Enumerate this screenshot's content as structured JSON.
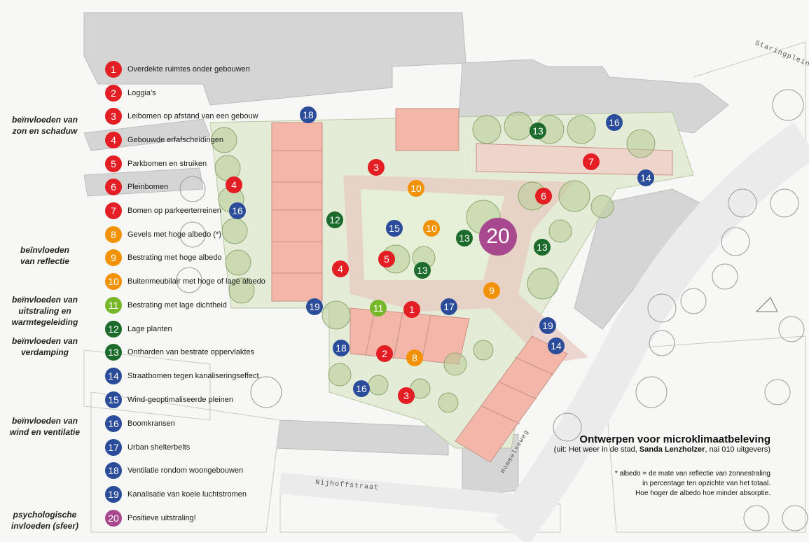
{
  "colors": {
    "red": "#e31e24",
    "orange": "#f39200",
    "lightgreen": "#76b82a",
    "darkgreen": "#1d6b2c",
    "blue": "#2b4c9b",
    "purple": "#a8488f",
    "building": "#f2b7a8",
    "green_area": "#dfe8cf"
  },
  "legend": [
    {
      "num": "1",
      "label": "Overdekte ruimtes onder gebouwen",
      "color": "red"
    },
    {
      "num": "2",
      "label": "Loggia's",
      "color": "red"
    },
    {
      "num": "3",
      "label": "Leibomen op afstand van een gebouw",
      "color": "red"
    },
    {
      "num": "4",
      "label": "Gebouwde erfafscheidingen",
      "color": "red"
    },
    {
      "num": "5",
      "label": "Parkbomen en struiken",
      "color": "red"
    },
    {
      "num": "6",
      "label": "Pleinbomen",
      "color": "red"
    },
    {
      "num": "7",
      "label": "Bomen op parkeerterreinen",
      "color": "red"
    },
    {
      "num": "8",
      "label": "Gevels met hoge albedo (*)",
      "color": "orange"
    },
    {
      "num": "9",
      "label": "Bestrating met hoge albedo",
      "color": "orange"
    },
    {
      "num": "10",
      "label": "Buitenmeubilair met hoge of lage albedo",
      "color": "orange"
    },
    {
      "num": "11",
      "label": "Bestrating met lage dichtheid",
      "color": "lightgreen"
    },
    {
      "num": "12",
      "label": "Lage planten",
      "color": "darkgreen"
    },
    {
      "num": "13",
      "label": "Ontharden van bestrate oppervlaktes",
      "color": "darkgreen"
    },
    {
      "num": "14",
      "label": "Straatbomen tegen kanaliseringseffect",
      "color": "blue"
    },
    {
      "num": "15",
      "label": "Wind-geoptimaliseerde pleinen",
      "color": "blue"
    },
    {
      "num": "16",
      "label": "Boomkransen",
      "color": "blue"
    },
    {
      "num": "17",
      "label": "Urban shelterbelts",
      "color": "blue"
    },
    {
      "num": "18",
      "label": "Ventilatie rondom woongebouwen",
      "color": "blue"
    },
    {
      "num": "19",
      "label": "Kanalisatie van koele luchtstromen",
      "color": "blue"
    },
    {
      "num": "20",
      "label": "Positieve uitstraling!",
      "color": "purple"
    }
  ],
  "categories": [
    {
      "lines": [
        "beïnvloeden van",
        "zon en schaduw"
      ]
    },
    {
      "lines": [
        "beïnvloeden",
        "van reflectie"
      ]
    },
    {
      "lines": [
        "beïnvloeden van",
        "uitstraling en",
        "warmtegeleiding"
      ]
    },
    {
      "lines": [
        "beïnvloeden van",
        "verdamping"
      ]
    },
    {
      "lines": [
        "beïnvloeden van",
        "wind en ventilatie"
      ]
    },
    {
      "lines": [
        "psychologische",
        "invloeden (sfeer)"
      ]
    }
  ],
  "map_markers": [
    {
      "num": "18",
      "color": "blue"
    },
    {
      "num": "3",
      "color": "red"
    },
    {
      "num": "13",
      "color": "darkgreen"
    },
    {
      "num": "16",
      "color": "blue"
    },
    {
      "num": "7",
      "color": "red"
    },
    {
      "num": "14",
      "color": "blue"
    },
    {
      "num": "10",
      "color": "orange"
    },
    {
      "num": "6",
      "color": "red"
    },
    {
      "num": "4",
      "color": "red"
    },
    {
      "num": "16",
      "color": "blue"
    },
    {
      "num": "12",
      "color": "darkgreen"
    },
    {
      "num": "15",
      "color": "blue"
    },
    {
      "num": "10",
      "color": "orange"
    },
    {
      "num": "13",
      "color": "darkgreen"
    },
    {
      "num": "20",
      "color": "purple"
    },
    {
      "num": "13",
      "color": "darkgreen"
    },
    {
      "num": "5",
      "color": "red"
    },
    {
      "num": "13",
      "color": "darkgreen"
    },
    {
      "num": "4",
      "color": "red"
    },
    {
      "num": "9",
      "color": "orange"
    },
    {
      "num": "19",
      "color": "blue"
    },
    {
      "num": "11",
      "color": "lightgreen"
    },
    {
      "num": "1",
      "color": "red"
    },
    {
      "num": "17",
      "color": "blue"
    },
    {
      "num": "19",
      "color": "blue"
    },
    {
      "num": "18",
      "color": "blue"
    },
    {
      "num": "14",
      "color": "blue"
    },
    {
      "num": "2",
      "color": "red"
    },
    {
      "num": "8",
      "color": "orange"
    },
    {
      "num": "16",
      "color": "blue"
    },
    {
      "num": "3",
      "color": "red"
    }
  ],
  "streets": {
    "staringplein": "Staringplein",
    "nijhoffstraat": "Nijhoffstraat",
    "hommelseweg": "Hommelseweg"
  },
  "title": "Ontwerpen voor microklimaatbeleving",
  "subtitle": {
    "prefix": "(uit: Het weer in de stad, ",
    "author": "Sanda Lenzholzer",
    "suffix": ", nai 010 uitgevers)"
  },
  "note": [
    "* albedo = de mate van reflectie van zonnestraling",
    "in percentage ten opzichte van het totaal.",
    "Hoe hoger de albedo hoe minder absorptie."
  ]
}
